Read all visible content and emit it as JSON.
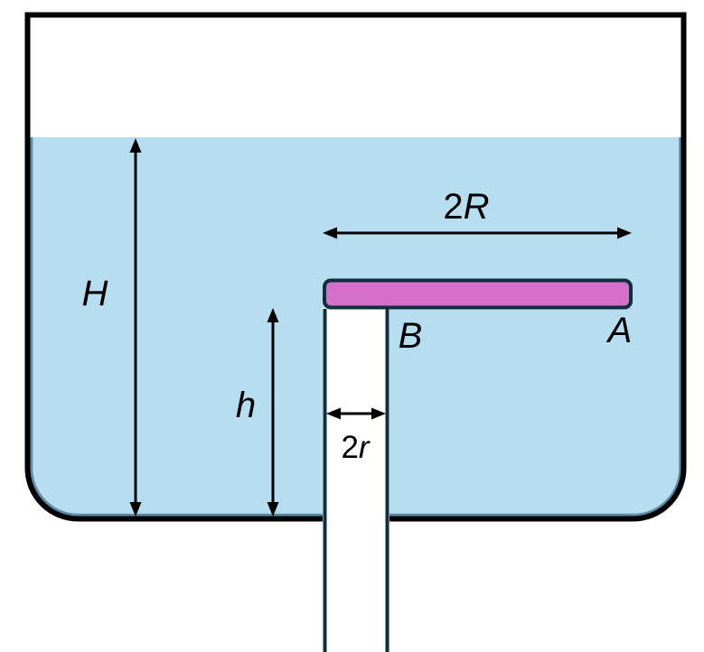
{
  "figure": {
    "labels": {
      "liquid_height": "H",
      "tube_depth": "h",
      "disk_diameter_prefix": "2",
      "disk_diameter_symbol": "R",
      "tube_diameter_prefix": "2",
      "tube_diameter_symbol": "r",
      "point_b": "B",
      "point_a": "A"
    },
    "colors": {
      "background": "#ffffff",
      "tank_outline": "#000000",
      "liquid_fill": "#b7def0",
      "liquid_edge": "#5d8aa5",
      "tube_interior": "#ffffff",
      "tube_wall": "#0f2e3e",
      "disk_fill": "#d66fc9",
      "disk_outline": "#0f2e3e",
      "arrow": "#000000",
      "label_text": "#000000"
    }
  }
}
